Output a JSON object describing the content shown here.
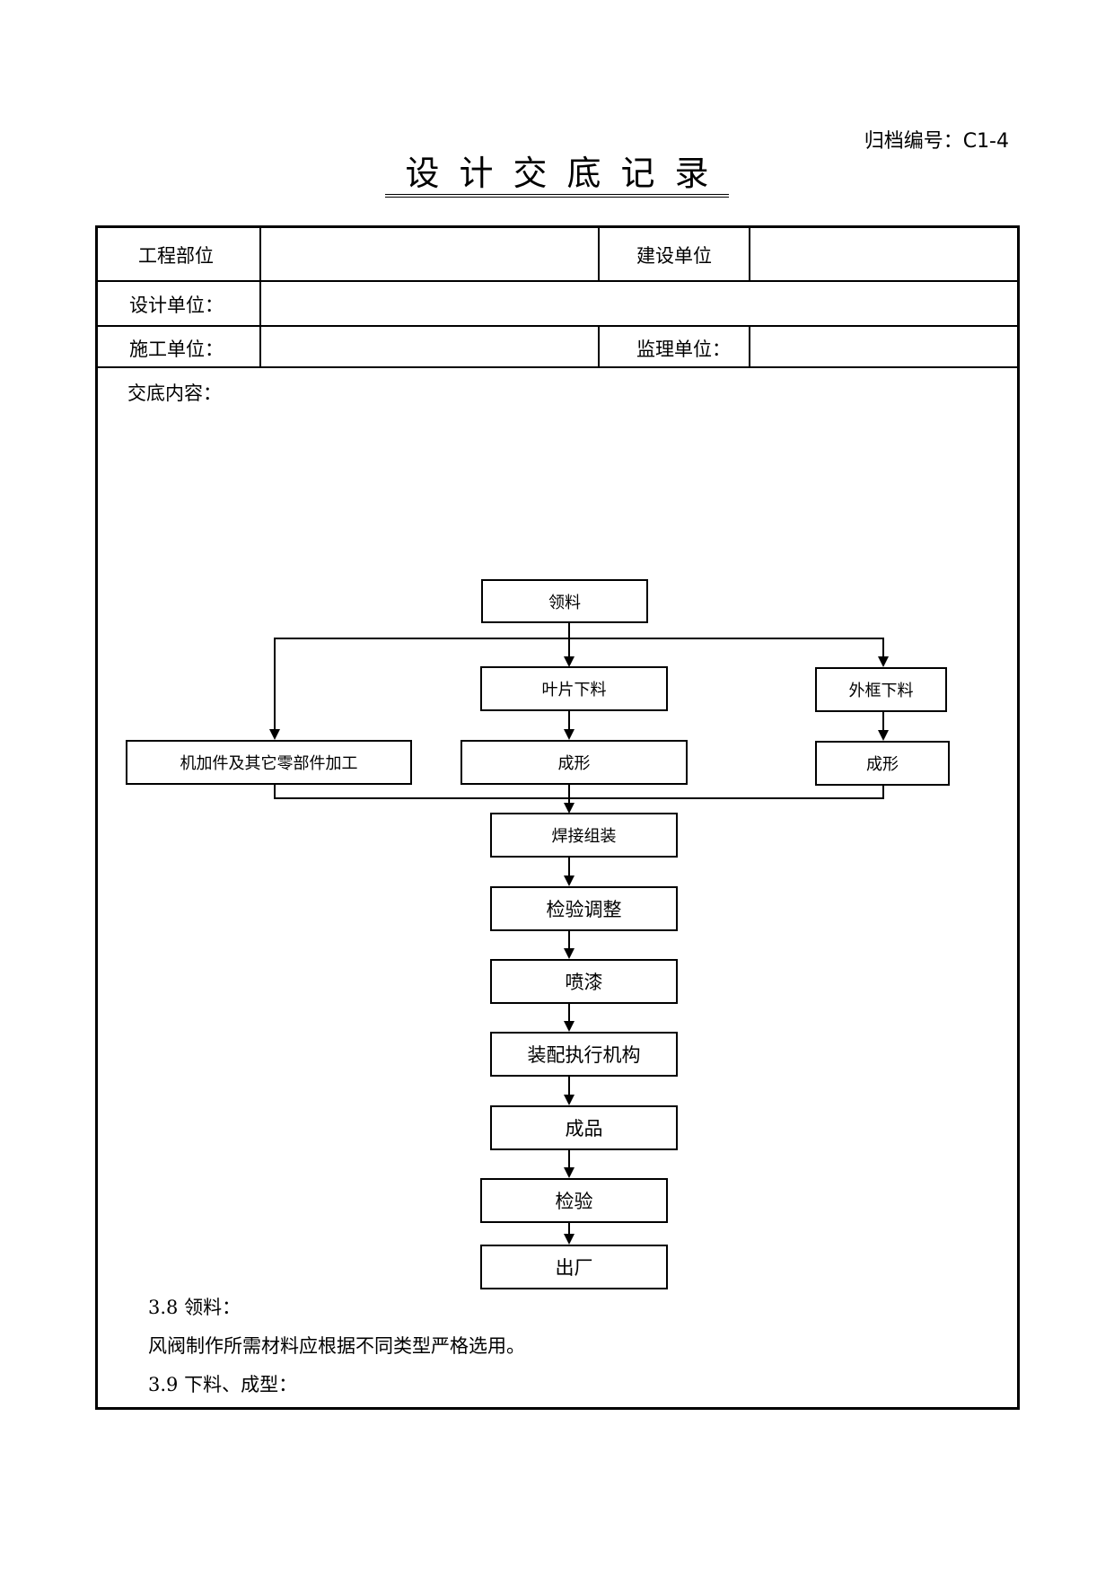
{
  "header": {
    "archive_no": "归档编号：C1-4",
    "title": "设计交底记录"
  },
  "form": {
    "project_part": "工程部位",
    "construction_unit": "建设单位",
    "design_unit": "设计单位：",
    "builder_unit": "施工单位：",
    "supervision_unit": "监理单位：",
    "content_label": "交底内容："
  },
  "flow": {
    "receive": "领料",
    "blade_cut": "叶片下料",
    "frame_cut": "外框下料",
    "machining": "机加件及其它零部件加工",
    "blade_form": "成形",
    "frame_form": "成形",
    "weld": "焊接组装",
    "inspect_adjust": "检验调整",
    "paint": "喷漆",
    "assemble": "装配执行机构",
    "product": "成品",
    "inspect": "检验",
    "ship": "出厂"
  },
  "notes": {
    "l1": "3.8 领料：",
    "l2": "风阀制作所需材料应根据不同类型严格选用。",
    "l3": "3.9 下料、成型："
  }
}
